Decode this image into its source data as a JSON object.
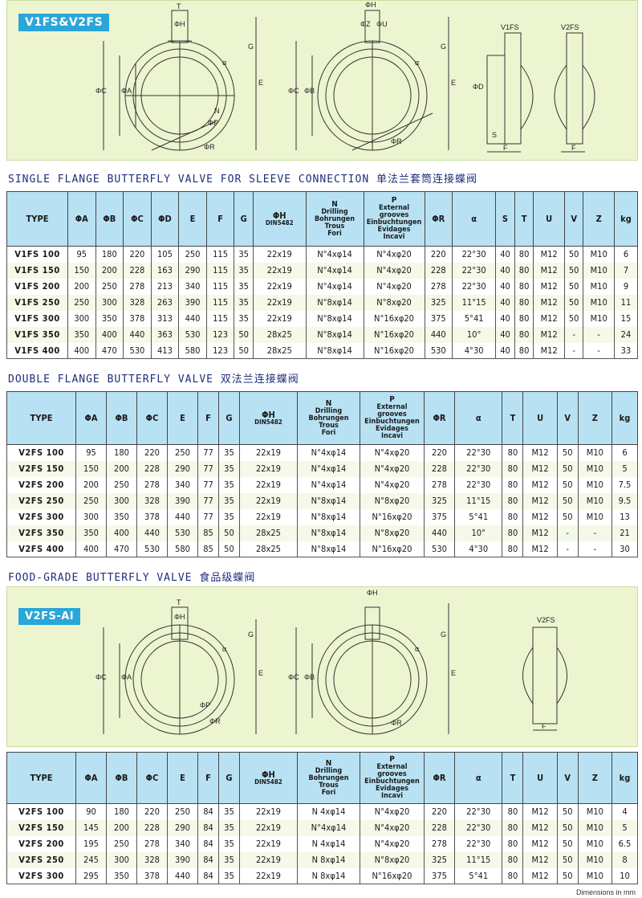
{
  "panel1": {
    "badge": "V1FS&V2FS",
    "labels": {
      "T": "T",
      "phiH": "ΦH",
      "G": "G",
      "alpha": "α",
      "E": "E",
      "phiC": "ΦC",
      "phiA": "ΦA",
      "phiB": "ΦB",
      "phiR": "ΦR",
      "phiP": "ΦP",
      "phiZ": "ΦZ",
      "phiU": "ΦU",
      "phiD": "ΦD",
      "S": "S",
      "F": "F",
      "V1FS": "V1FS",
      "V2FS": "V2FS",
      "N": "N"
    }
  },
  "section1": {
    "title": "SINGLE FLANGE BUTTERFLY VALVE FOR SLEEVE CONNECTION 单法兰套筒连接蝶阀",
    "headers": {
      "type": "TYPE",
      "A": "ΦA",
      "B": "ΦB",
      "C": "ΦC",
      "D": "ΦD",
      "E": "E",
      "F": "F",
      "G": "G",
      "H1": "ΦH",
      "H2": "DIN5482",
      "N1": "N",
      "N2": "Drilling",
      "N3": "Bohrungen",
      "N4": "Trous",
      "N5": "Fori",
      "P1": "P",
      "P2": "External grooves",
      "P3": "Einbuchtungen",
      "P4": "Evidages",
      "P5": "Incavi",
      "R": "ΦR",
      "alpha": "α",
      "S": "S",
      "T": "T",
      "U": "U",
      "V": "V",
      "Z": "Z",
      "kg": "kg"
    },
    "rows": [
      [
        "V1FS 100",
        "95",
        "180",
        "220",
        "105",
        "250",
        "115",
        "35",
        "22x19",
        "N°4xφ14",
        "N°4xφ20",
        "220",
        "22°30",
        "40",
        "80",
        "M12",
        "50",
        "M10",
        "6"
      ],
      [
        "V1FS 150",
        "150",
        "200",
        "228",
        "163",
        "290",
        "115",
        "35",
        "22x19",
        "N°4xφ14",
        "N°4xφ20",
        "228",
        "22°30",
        "40",
        "80",
        "M12",
        "50",
        "M10",
        "7"
      ],
      [
        "V1FS 200",
        "200",
        "250",
        "278",
        "213",
        "340",
        "115",
        "35",
        "22x19",
        "N°4xφ14",
        "N°4xφ20",
        "278",
        "22°30",
        "40",
        "80",
        "M12",
        "50",
        "M10",
        "9"
      ],
      [
        "V1FS 250",
        "250",
        "300",
        "328",
        "263",
        "390",
        "115",
        "35",
        "22x19",
        "N°8xφ14",
        "N°8xφ20",
        "325",
        "11°15",
        "40",
        "80",
        "M12",
        "50",
        "M10",
        "11"
      ],
      [
        "V1FS 300",
        "300",
        "350",
        "378",
        "313",
        "440",
        "115",
        "35",
        "22x19",
        "N°8xφ14",
        "N°16xφ20",
        "375",
        "5°41",
        "40",
        "80",
        "M12",
        "50",
        "M10",
        "15"
      ],
      [
        "V1FS 350",
        "350",
        "400",
        "440",
        "363",
        "530",
        "123",
        "50",
        "28x25",
        "N°8xφ14",
        "N°16xφ20",
        "440",
        "10°",
        "40",
        "80",
        "M12",
        "-",
        "-",
        "24"
      ],
      [
        "V1FS 400",
        "400",
        "470",
        "530",
        "413",
        "580",
        "123",
        "50",
        "28x25",
        "N°8xφ14",
        "N°16xφ20",
        "530",
        "4°30",
        "40",
        "80",
        "M12",
        "-",
        "-",
        "33"
      ]
    ]
  },
  "section2": {
    "title": "DOUBLE FLANGE BUTTERFLY VALVE 双法兰连接蝶阀",
    "headers": {
      "type": "TYPE",
      "A": "ΦA",
      "B": "ΦB",
      "C": "ΦC",
      "E": "E",
      "F": "F",
      "G": "G",
      "H1": "ΦH",
      "H2": "DIN5482",
      "N1": "N",
      "N2": "Drilling",
      "N3": "Bohrungen",
      "N4": "Trous",
      "N5": "Fori",
      "P1": "P",
      "P2": "External grooves",
      "P3": "Einbuchtungen",
      "P4": "Evidages",
      "P5": "Incavi",
      "R": "ΦR",
      "alpha": "α",
      "T": "T",
      "U": "U",
      "V": "V",
      "Z": "Z",
      "kg": "kg"
    },
    "rows": [
      [
        "V2FS 100",
        "95",
        "180",
        "220",
        "250",
        "77",
        "35",
        "22x19",
        "N°4xφ14",
        "N°4xφ20",
        "220",
        "22°30",
        "80",
        "M12",
        "50",
        "M10",
        "6"
      ],
      [
        "V2FS 150",
        "150",
        "200",
        "228",
        "290",
        "77",
        "35",
        "22x19",
        "N°4xφ14",
        "N°4xφ20",
        "228",
        "22°30",
        "80",
        "M12",
        "50",
        "M10",
        "5"
      ],
      [
        "V2FS 200",
        "200",
        "250",
        "278",
        "340",
        "77",
        "35",
        "22x19",
        "N°4xφ14",
        "N°4xφ20",
        "278",
        "22°30",
        "80",
        "M12",
        "50",
        "M10",
        "7.5"
      ],
      [
        "V2FS 250",
        "250",
        "300",
        "328",
        "390",
        "77",
        "35",
        "22x19",
        "N°8xφ14",
        "N°8xφ20",
        "325",
        "11°15",
        "80",
        "M12",
        "50",
        "M10",
        "9.5"
      ],
      [
        "V2FS 300",
        "300",
        "350",
        "378",
        "440",
        "77",
        "35",
        "22x19",
        "N°8xφ14",
        "N°16xφ20",
        "375",
        "5°41",
        "80",
        "M12",
        "50",
        "M10",
        "13"
      ],
      [
        "V2FS 350",
        "350",
        "400",
        "440",
        "530",
        "85",
        "50",
        "28x25",
        "N°8xφ14",
        "N°8xφ20",
        "440",
        "10°",
        "80",
        "M12",
        "-",
        "-",
        "21"
      ],
      [
        "V2FS 400",
        "400",
        "470",
        "530",
        "580",
        "85",
        "50",
        "28x25",
        "N°8xφ14",
        "N°16xφ20",
        "530",
        "4°30",
        "80",
        "M12",
        "-",
        "-",
        "30"
      ]
    ]
  },
  "section3": {
    "title": "FOOD-GRADE BUTTERFLY VALVE 食品级蝶阀",
    "badge": "V2FS-AI",
    "headers": {
      "type": "TYPE",
      "A": "ΦA",
      "B": "ΦB",
      "C": "ΦC",
      "E": "E",
      "F": "F",
      "G": "G",
      "H1": "ΦH",
      "H2": "DIN5482",
      "N1": "N",
      "N2": "Drilling",
      "N3": "Bohrungen",
      "N4": "Trous",
      "N5": "Fori",
      "P1": "P",
      "P2": "External grooves",
      "P3": "Einbuchtungen",
      "P4": "Evidages",
      "P5": "Incavi",
      "R": "ΦR",
      "alpha": "α",
      "T": "T",
      "U": "U",
      "V": "V",
      "Z": "Z",
      "kg": "kg"
    },
    "rows": [
      [
        "V2FS 100",
        "90",
        "180",
        "220",
        "250",
        "84",
        "35",
        "22x19",
        "N 4xφ14",
        "N°4xφ20",
        "220",
        "22°30",
        "80",
        "M12",
        "50",
        "M10",
        "4"
      ],
      [
        "V2FS 150",
        "145",
        "200",
        "228",
        "290",
        "84",
        "35",
        "22x19",
        "N°4xφ14",
        "N°4xφ20",
        "228",
        "22°30",
        "80",
        "M12",
        "50",
        "M10",
        "5"
      ],
      [
        "V2FS 200",
        "195",
        "250",
        "278",
        "340",
        "84",
        "35",
        "22x19",
        "N 4xφ14",
        "N°4xφ20",
        "278",
        "22°30",
        "80",
        "M12",
        "50",
        "M10",
        "6.5"
      ],
      [
        "V2FS 250",
        "245",
        "300",
        "328",
        "390",
        "84",
        "35",
        "22x19",
        "N 8xφ14",
        "N°8xφ20",
        "325",
        "11°15",
        "80",
        "M12",
        "50",
        "M10",
        "8"
      ],
      [
        "V2FS 300",
        "295",
        "350",
        "378",
        "440",
        "84",
        "35",
        "22x19",
        "N 8xφ14",
        "N°16xφ20",
        "375",
        "5°41",
        "80",
        "M12",
        "50",
        "M10",
        "10"
      ]
    ]
  },
  "footer": {
    "dims": "Dimensions in mm"
  }
}
